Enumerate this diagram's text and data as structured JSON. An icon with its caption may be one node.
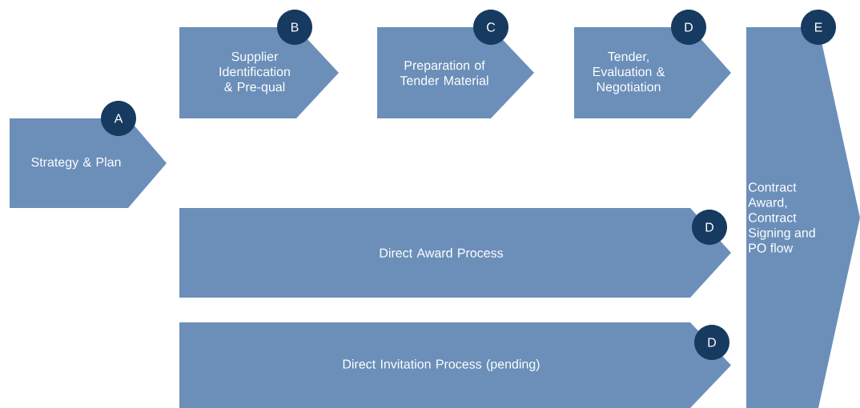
{
  "diagram": {
    "nodes": [
      {
        "text": [
          "Strategy & Plan"
        ]
      },
      {
        "text": [
          "A"
        ]
      },
      {
        "text": [
          "Supplier Identification & Pre-qual"
        ]
      },
      {
        "text": [
          "B"
        ]
      },
      {
        "text": [
          "Preparation of Tender Material"
        ]
      },
      {
        "text": [
          "C"
        ]
      },
      {
        "text": [
          "Tender, Evaluation & Negotiation"
        ]
      },
      {
        "text": [
          "D"
        ]
      },
      {
        "text": [
          "Contract Award, Contract Signing and PO flow"
        ]
      },
      {
        "text": [
          "E"
        ]
      },
      {
        "text": [
          "Direct Award Process"
        ]
      },
      {
        "text": [
          "D"
        ]
      },
      {
        "text": [
          "Direct Invitation Process (pending)"
        ]
      },
      {
        "text": [
          "D"
        ]
      }
    ]
  }
}
